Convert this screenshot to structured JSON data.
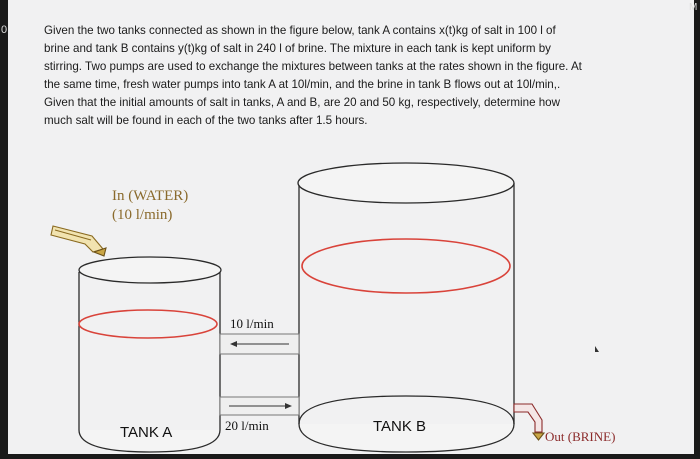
{
  "problem": {
    "lines": [
      "Given the two tanks connected as shown in the figure below, tank A contains x(t)kg of salt in 100 l of",
      "brine and tank B contains y(t)kg of salt in 240 l of brine. The mixture in each tank is kept uniform by",
      "stirring. Two pumps are used to exchange the mixtures between tanks at the rates shown in the figure. At",
      "the same time, fresh water pumps into tank A at 10l/min, and the brine in tank B flows out at 10l/min,.",
      "Given that the initial amounts of salt in tanks, A and B, are 20 and 50 kg, respectively, determine how",
      "much salt will be found in each of the two tanks after 1.5 hours."
    ]
  },
  "diagram": {
    "inflow_label_1": "In (WATER)",
    "inflow_label_2": "(10 l/min)",
    "top_pipe_label": "10 l/min",
    "bottom_pipe_label": "20 l/min",
    "tank_a_label": "TANK A",
    "tank_b_label": "TANK B",
    "outflow_label": "Out (BRINE)",
    "liquid_outline_color": "#d9433a",
    "outline_color": "#2a2a2a"
  },
  "edge_marks": {
    "left": "0",
    "right": "M"
  }
}
